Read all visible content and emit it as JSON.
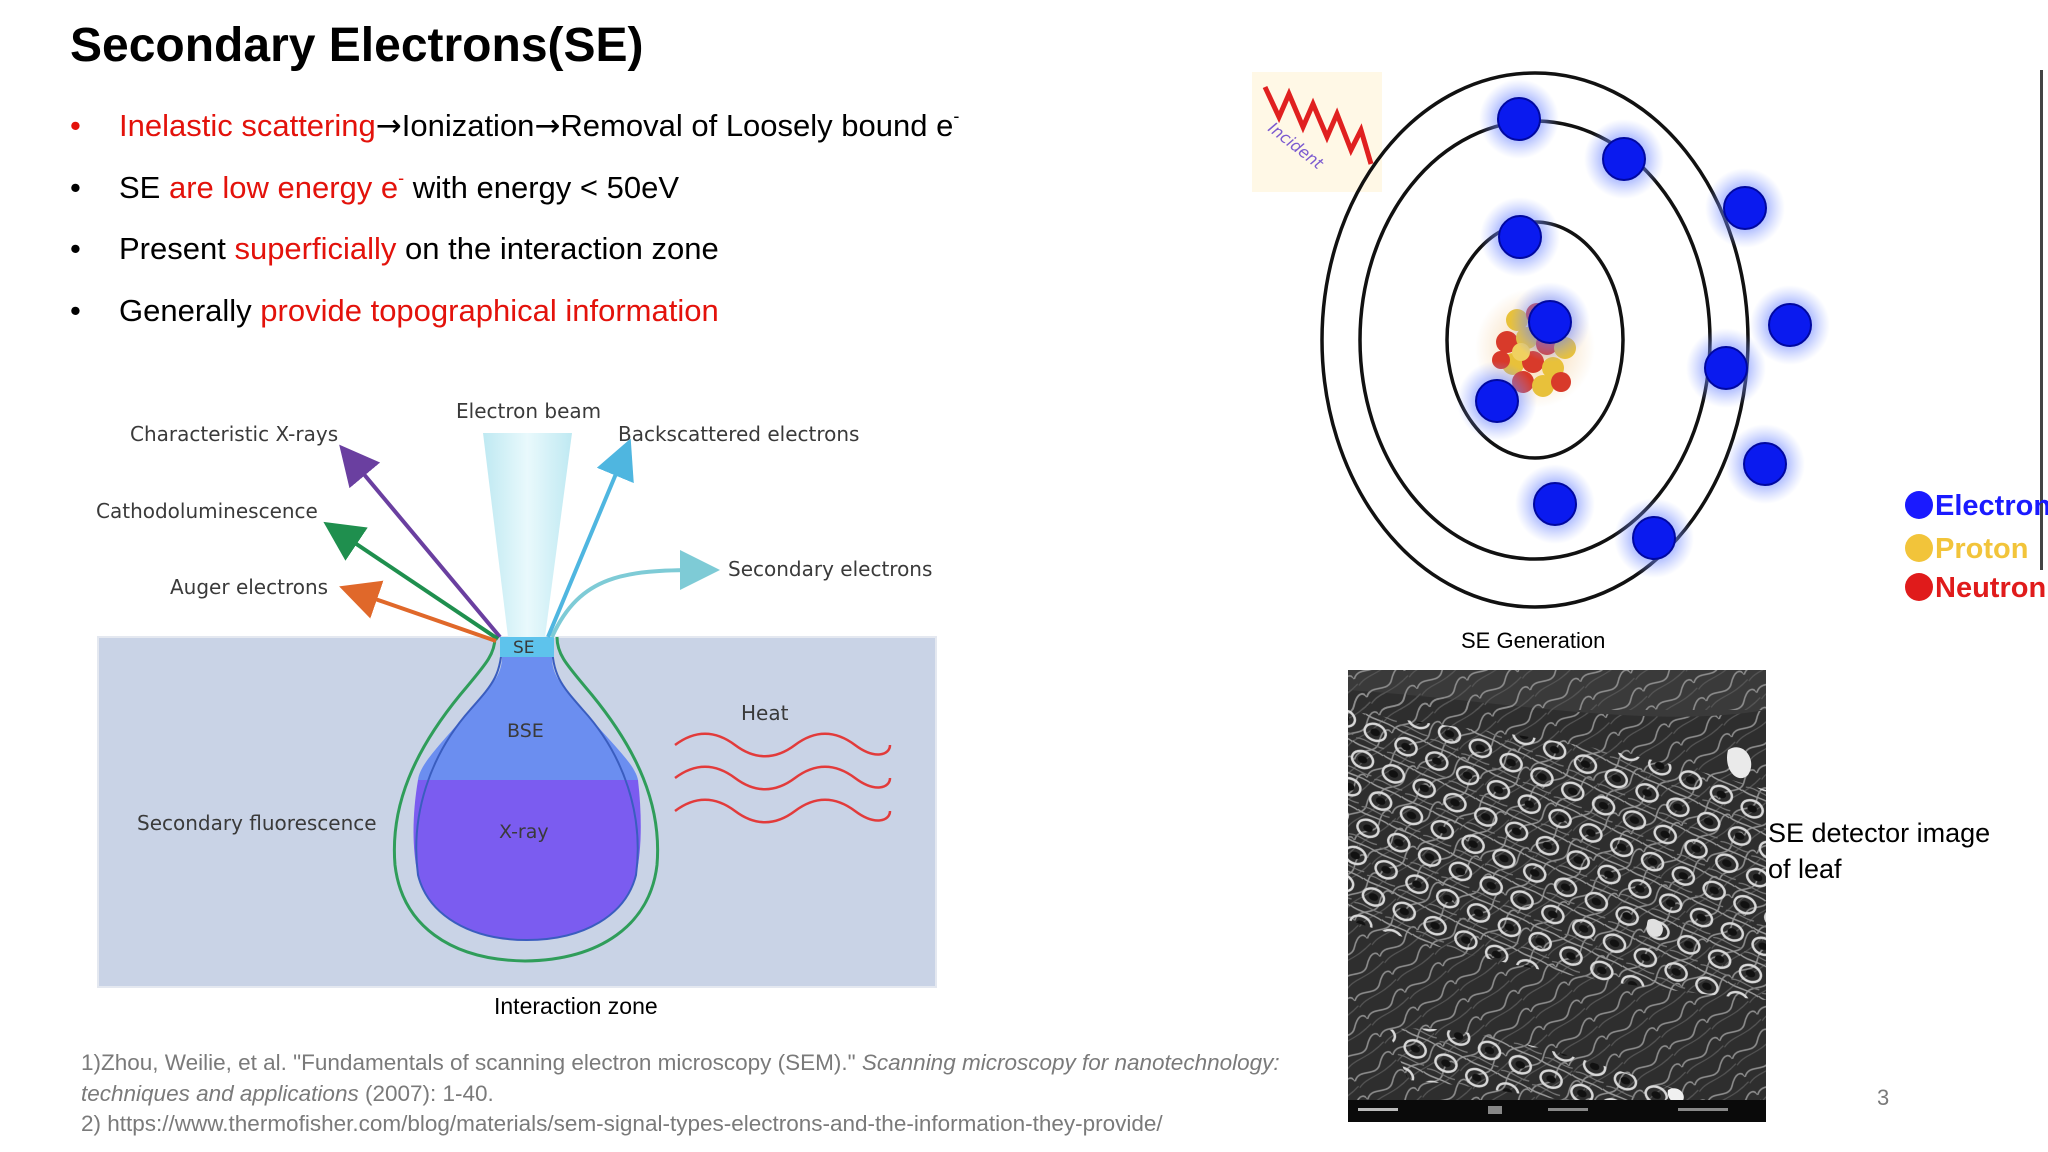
{
  "slide": {
    "title": "Secondary Electrons(SE)",
    "page_number": "3"
  },
  "bullets": [
    {
      "bullet": "•",
      "red": "Inelastic scattering",
      "arrow1": "→",
      "t1": "Ionization",
      "arrow2": "→",
      "t2": "Removal of Loosely bound e",
      "sup": "-"
    },
    {
      "bullet": "•",
      "pre": "SE ",
      "red": "are low energy e",
      "sup": "-",
      "post": " with energy < 50eV"
    },
    {
      "bullet": "•",
      "pre": "Present ",
      "red": "superficially",
      "post": " on the interaction zone"
    },
    {
      "bullet": "•",
      "pre": "Generally ",
      "red": "provide topographical information"
    }
  ],
  "diagram": {
    "electron_beam": "Electron beam",
    "characteristic_xrays": "Characteristic X-rays",
    "backscattered": "Backscattered electrons",
    "cathodoluminescence": "Cathodoluminescence",
    "secondary_electrons": "Secondary electrons",
    "auger": "Auger electrons",
    "se": "SE",
    "bse": "BSE",
    "xray": "X-ray",
    "heat": "Heat",
    "secondary_fluorescence": "Secondary fluorescence",
    "caption": "Interaction zone",
    "colors": {
      "xray_arrow": "#6a3fa0",
      "cathodo_arrow": "#1f8f4e",
      "auger_arrow": "#e0682a",
      "bse_arrow": "#4fb6e0",
      "se_arrow": "#7ecbd6",
      "sample": "#c9d3e6",
      "bse_zone": "#6b8ef0",
      "xray_zone": "#7b5cf0",
      "heat": "#e23b3b"
    }
  },
  "atom": {
    "incident_label": "Incident",
    "caption": "SE Generation",
    "legend": [
      {
        "label": "Electron",
        "color": "#1a1aff"
      },
      {
        "label": "Proton",
        "color": "#f2c43a"
      },
      {
        "label": "Neutron",
        "color": "#e01b1b"
      }
    ]
  },
  "sem_image": {
    "caption_line1": "SE detector image",
    "caption_line2": "of leaf"
  },
  "references": {
    "ref1_plain": "1)Zhou, Weilie, et al. \"Fundamentals of scanning electron microscopy (SEM).\" ",
    "ref1_italic_a": "Scanning microscopy for nanotechnology:",
    "ref1_italic_b": "techniques and applications",
    "ref1_tail": " (2007): 1-40.",
    "ref2": "2) https://www.thermofisher.com/blog/materials/sem-signal-types-electrons-and-the-information-they-provide/"
  }
}
